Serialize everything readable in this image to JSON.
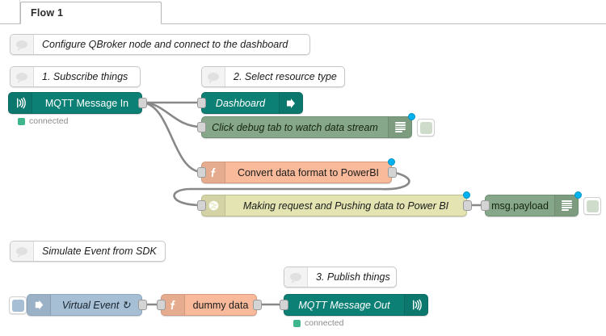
{
  "app": {
    "name": "Node-RED Flow Editor"
  },
  "tabbar": {
    "tabs": [
      {
        "label": "Flow 1",
        "active": true
      }
    ]
  },
  "canvas": {
    "background_color": "#ffffff",
    "comments": [
      {
        "id": "c1",
        "icon": "comment-bubble-icon",
        "text": "Configure QBroker node and connect to the dashboard"
      },
      {
        "id": "c2",
        "icon": "comment-bubble-icon",
        "text": "1. Subscribe things"
      },
      {
        "id": "c3",
        "icon": "comment-bubble-icon",
        "text": "2. Select resource type"
      },
      {
        "id": "c4",
        "icon": "comment-bubble-icon",
        "text": "Simulate Event from SDK"
      },
      {
        "id": "c5",
        "icon": "comment-bubble-icon",
        "text": "3. Publish things"
      }
    ],
    "nodes": [
      {
        "id": "mqtt-in",
        "label": "MQTT Message In",
        "type": "mqtt-in",
        "icon": "mqtt-antenna-icon",
        "color": "#0d8076",
        "status": "connected",
        "status_color": "#3fb68b"
      },
      {
        "id": "dashboard",
        "label": "Dashboard",
        "type": "link-out",
        "icon": "arrow-right-icon",
        "color": "#0d8076"
      },
      {
        "id": "debug-stream",
        "label": "Click debug tab to watch data stream",
        "type": "debug",
        "icon": "debug-lines-icon",
        "color": "#86a789",
        "toggle": "debug-enabled-toggle",
        "changed": true
      },
      {
        "id": "convert-fn",
        "label": "Convert data format to PowerBI",
        "type": "function",
        "icon": "function-f-icon",
        "color": "#f8ba9a",
        "changed": true
      },
      {
        "id": "push-http",
        "label": "Making request and Pushing data to Power BI",
        "type": "http-request",
        "icon": "globe-icon",
        "color": "#e3e4b2",
        "changed": true
      },
      {
        "id": "msg-payload",
        "label": "msg.payload",
        "type": "debug",
        "icon": "debug-lines-icon",
        "color": "#86a789",
        "toggle": "debug-enabled-toggle",
        "changed": true
      },
      {
        "id": "virtual-event",
        "label": "Virtual Event ↻",
        "type": "inject",
        "icon": "inject-arrow-icon",
        "color": "#a7bfd4",
        "button": "inject-trigger-button"
      },
      {
        "id": "dummy-data",
        "label": "dummy data",
        "type": "function",
        "icon": "function-f-icon",
        "color": "#f8ba9a"
      },
      {
        "id": "mqtt-out",
        "label": "MQTT Message Out",
        "type": "mqtt-out",
        "icon": "mqtt-antenna-icon",
        "color": "#0d8076",
        "status": "connected",
        "status_color": "#3fb68b"
      }
    ],
    "wire_color": "#888888"
  }
}
